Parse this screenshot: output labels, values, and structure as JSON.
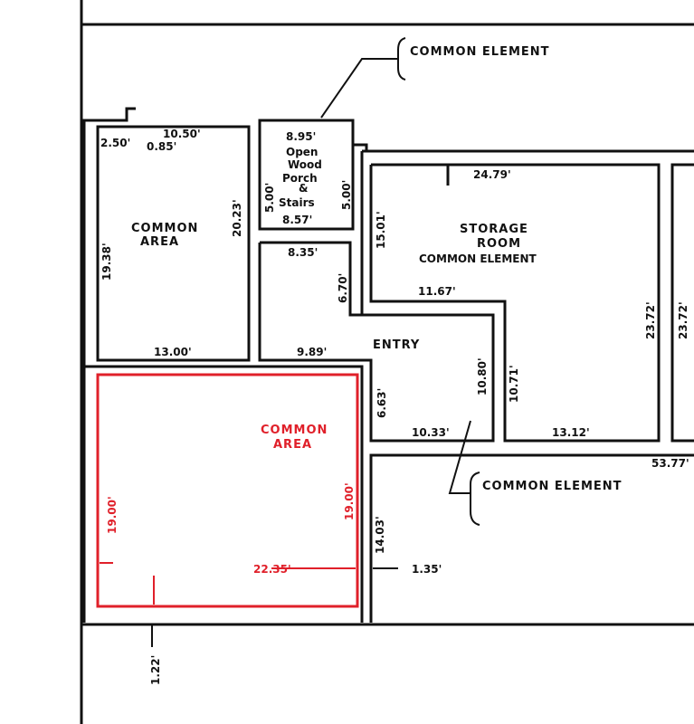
{
  "colors": {
    "ink": "#111111",
    "highlight": "#e0202a",
    "paper": "#ffffff"
  },
  "callouts": {
    "top": "COMMON ELEMENT",
    "middle": "COMMON ELEMENT"
  },
  "rooms": {
    "common_area_top": {
      "name": [
        "COMMON",
        "AREA"
      ],
      "dims": [
        "10.50'",
        "0.85'",
        "2.50'",
        "20.23'",
        "19.38'",
        "13.00'"
      ]
    },
    "porch": {
      "name": [
        "Open",
        "Wood",
        "Porch",
        "&",
        "Stairs"
      ],
      "dims": [
        "8.95'",
        "8.57'",
        "5.00'",
        "5.00'"
      ]
    },
    "entry": {
      "name": "ENTRY",
      "dims": [
        "8.35'",
        "6.70'",
        "9.89'",
        "6.63'",
        "10.33'",
        "10.80'"
      ]
    },
    "storage": {
      "name": [
        "STORAGE",
        "ROOM",
        "COMMON ELEMENT"
      ],
      "dims": [
        "24.79'",
        "15.01'",
        "11.67'",
        "10.71'",
        "13.12'",
        "23.72'"
      ]
    },
    "right_room": {
      "dims": [
        "23.72'",
        "53.77'"
      ]
    },
    "common_area_red": {
      "name": [
        "COMMON",
        "AREA"
      ],
      "dims": [
        "19.00'",
        "19.00'",
        "22.35'"
      ]
    },
    "other_dims": [
      "14.03'",
      "1.35'",
      "1.22'"
    ]
  }
}
